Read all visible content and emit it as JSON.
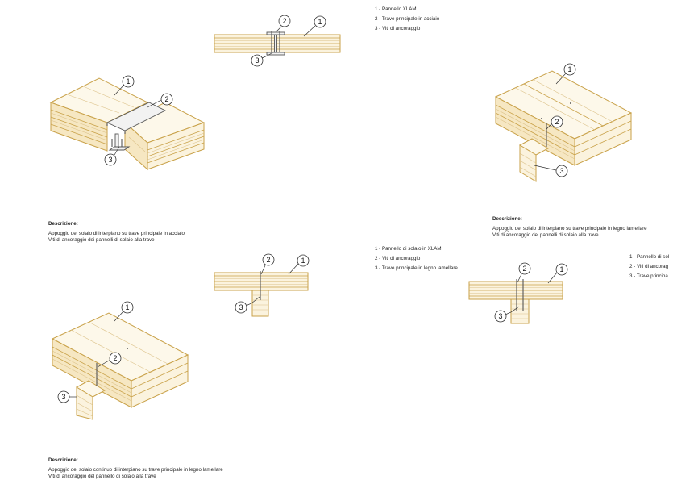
{
  "legends": [
    {
      "id": "legend-top",
      "items": [
        "1 - Pannello XLAM",
        "2 - Trave principale in acciaio",
        "3 - Viti di ancoraggio"
      ]
    },
    {
      "id": "legend-middle",
      "items": [
        "1 - Pannello di solaio in XLAM",
        "2 - Viti di ancoraggio",
        "3 - Trave principale in legno lamellare"
      ]
    },
    {
      "id": "legend-right",
      "items": [
        "1 - Pannello di sol",
        "2 - Viti di ancorag",
        "3 - Trave principa"
      ]
    }
  ],
  "descriptions": [
    {
      "id": "desc-steel",
      "title": "Descrizione:",
      "lines": [
        "Appoggio del solaio di interpiano su trave principale in acciaio",
        "Viti di ancoraggio dei pannelli di solaio alla trave"
      ]
    },
    {
      "id": "desc-glulam",
      "title": "Descrizione:",
      "lines": [
        "Appoggio del solaio di interpiano su trave principale in legno lamellare",
        "Viti di ancoraggio dei pannelli di solaio alla trave"
      ]
    },
    {
      "id": "desc-continuous",
      "title": "Descrizione:",
      "lines": [
        "Appoggio del solaio continuo di interpiano su trave principale in legno lamellare",
        "Viti di ancoraggio del pannello di solaio alla trave"
      ]
    }
  ],
  "callout_numbers": [
    "1",
    "2",
    "3"
  ],
  "colors": {
    "wood_stroke": "#c9a24a",
    "wood_fill": "#fbf3de",
    "grain": "#dcc28a",
    "steel_fill": "#f2f2f2",
    "ink": "#333333"
  }
}
